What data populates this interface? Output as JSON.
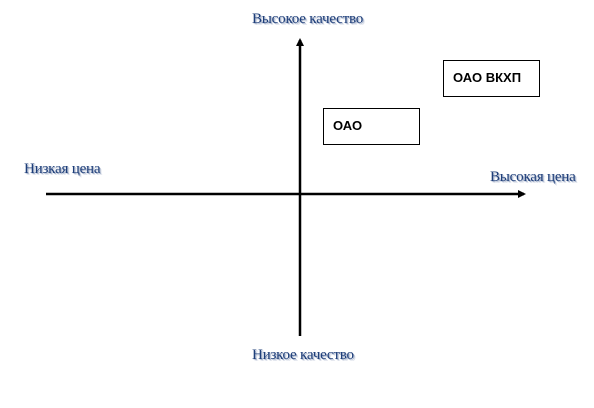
{
  "axes": {
    "top_label": "Высокое качество",
    "bottom_label": "Низкое качество",
    "left_label": "Низкая цена",
    "right_label": "Высокая цена"
  },
  "boxes": [
    {
      "label": "ОАО ВКХП"
    },
    {
      "label": "ОАО"
    }
  ],
  "colors": {
    "axis_line": "#000000",
    "axis_label_text": "#1f3f7a"
  }
}
